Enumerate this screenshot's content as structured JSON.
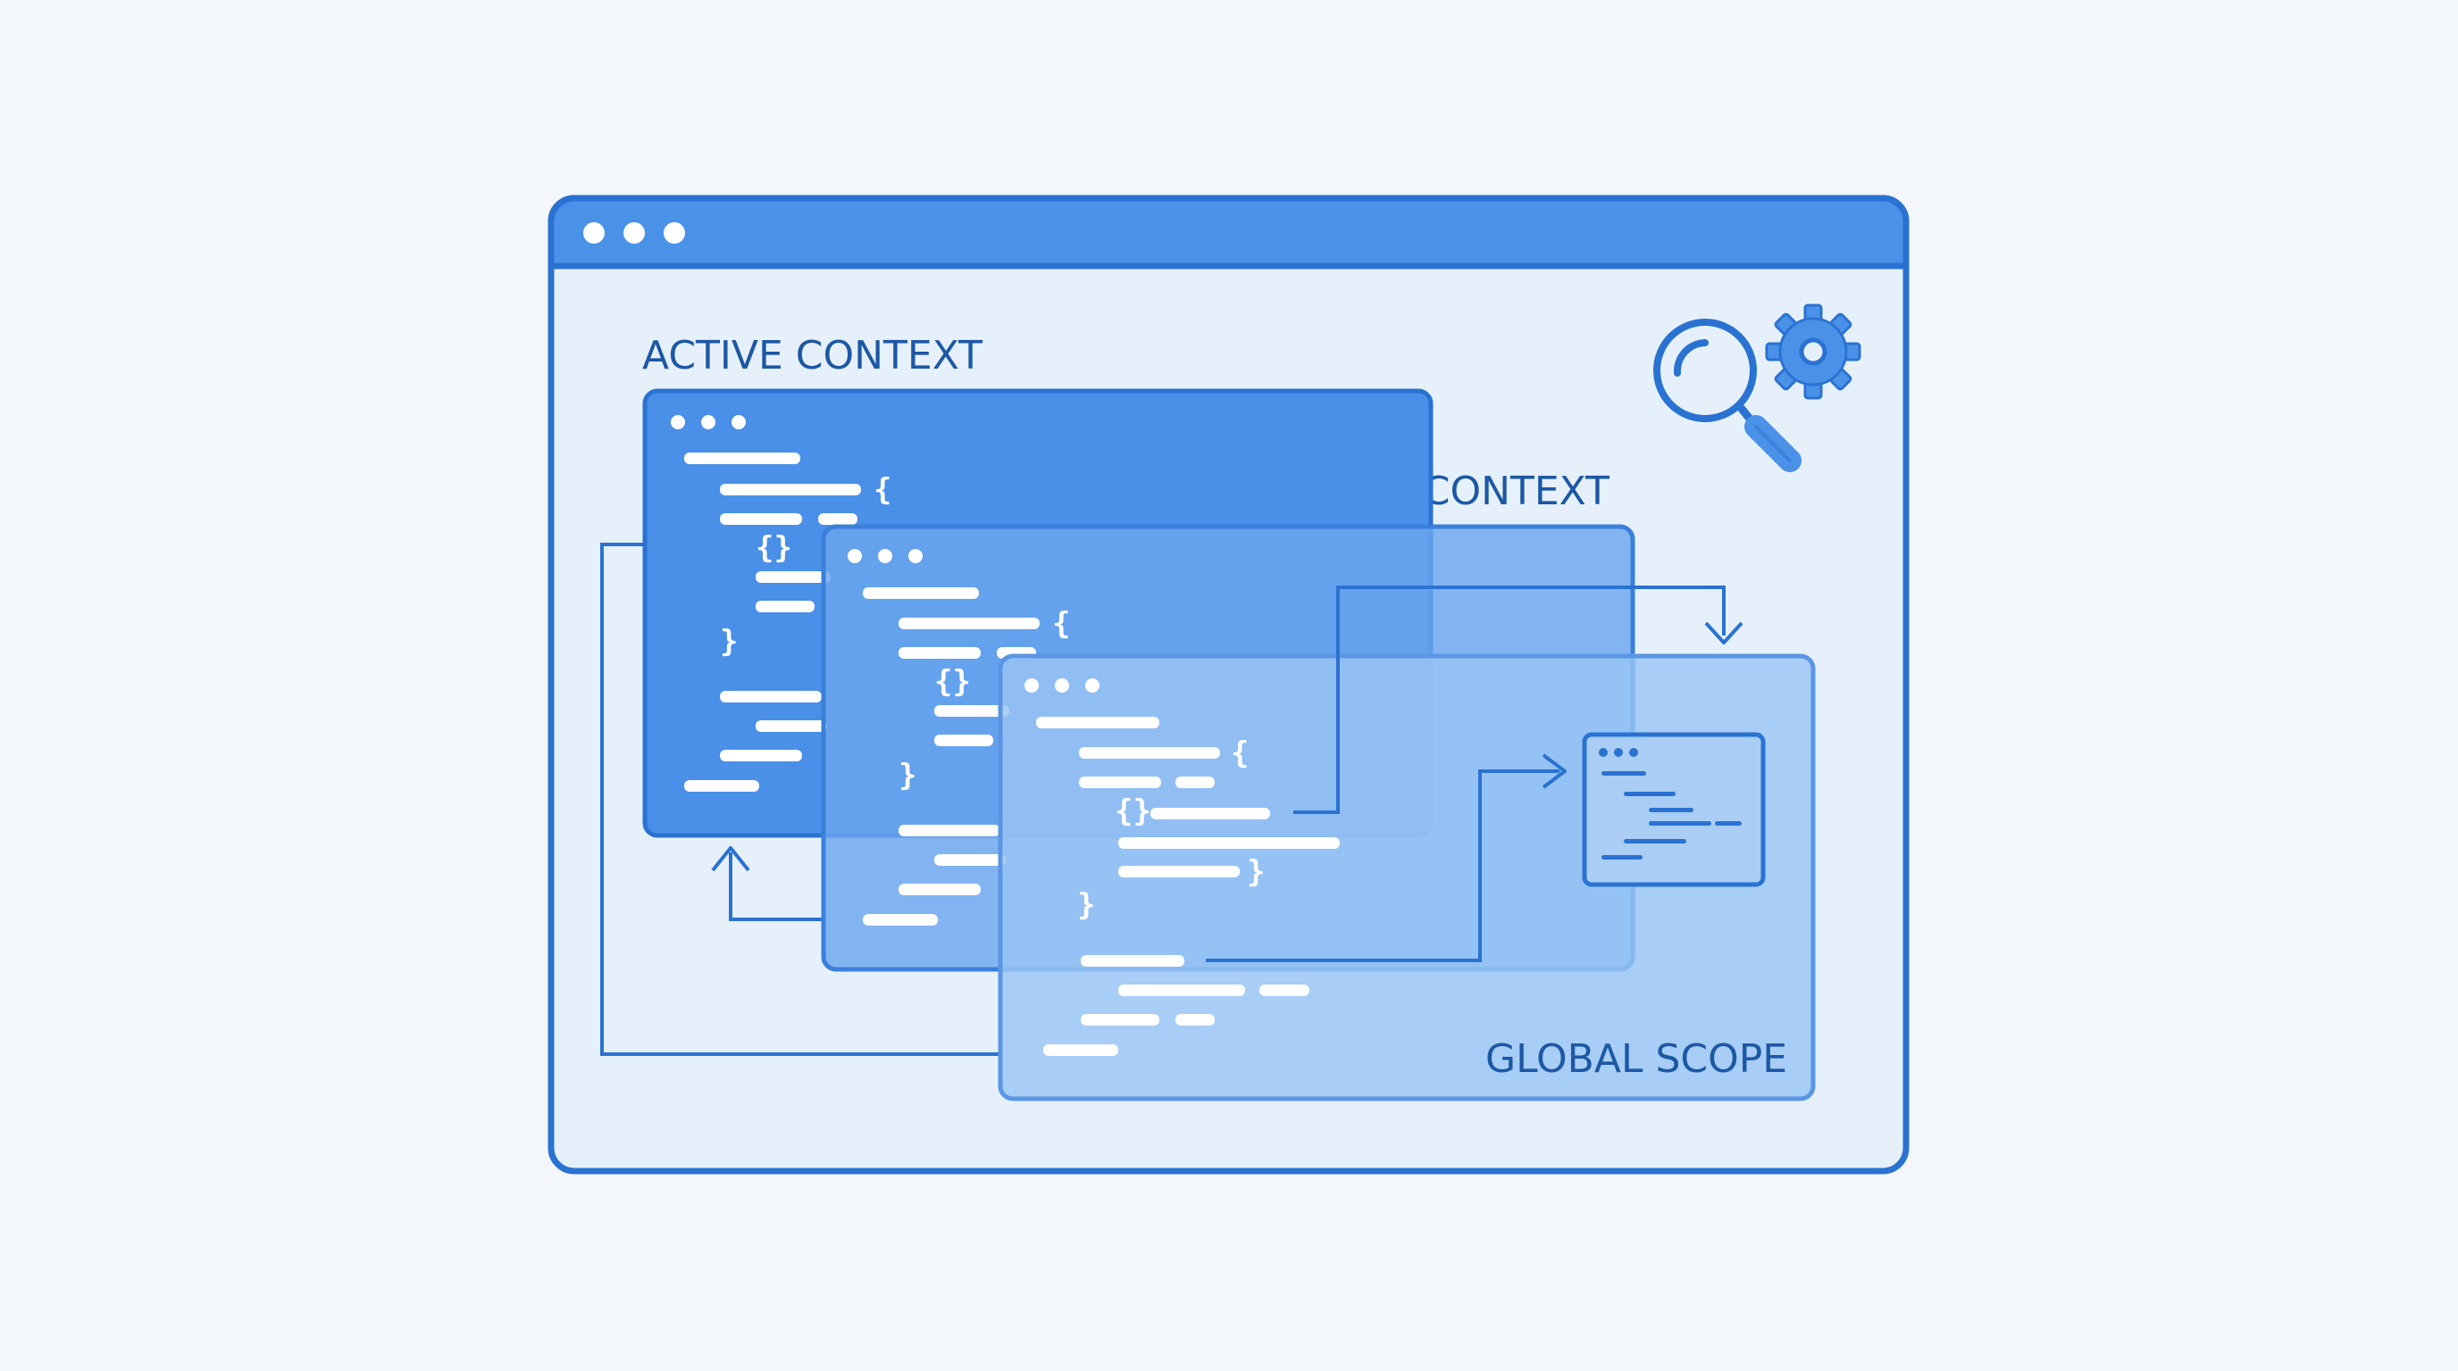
{
  "labels": {
    "active": "ACTIVE CONTEXT",
    "previous": "PREVIOUS CONTEXT",
    "global": "GLOBAL SCOPE"
  },
  "glyphs": {
    "open_brace": "{",
    "close_brace": "}",
    "empty_block": "{}"
  },
  "icons": {
    "top_right": [
      "magnifier-icon",
      "gear-icon"
    ],
    "mini_window": "code-window-icon"
  },
  "colors": {
    "frame": "#2a72d2",
    "titlebar": "#4a92e8",
    "canvas": "#e6f0fb",
    "active_panel": "#4a8fe8",
    "previous_panel": "#6ba6ee",
    "global_panel": "#9ac4f4",
    "label": "#1c58a4",
    "code_line": "#ffffff"
  }
}
